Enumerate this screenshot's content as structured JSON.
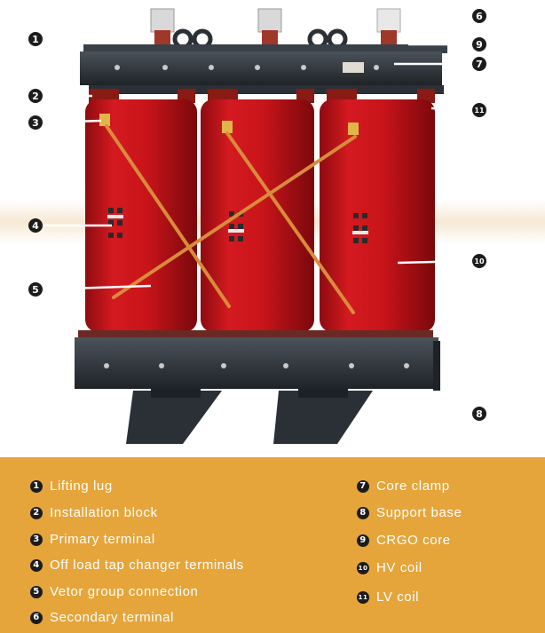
{
  "callouts": [
    {
      "num": "1"
    },
    {
      "num": "2"
    },
    {
      "num": "3"
    },
    {
      "num": "4"
    },
    {
      "num": "5"
    },
    {
      "num": "6"
    },
    {
      "num": "7"
    },
    {
      "num": "8"
    },
    {
      "num": "9"
    },
    {
      "num": "10"
    },
    {
      "num": "11"
    }
  ],
  "legend": {
    "items": [
      {
        "num": "1",
        "label": "Lifting lug"
      },
      {
        "num": "2",
        "label": "Installation block"
      },
      {
        "num": "3",
        "label": "Primary terminal"
      },
      {
        "num": "4",
        "label": "Off load tap changer terminals"
      },
      {
        "num": "5",
        "label": "Vetor group connection"
      },
      {
        "num": "6",
        "label": "Secondary terminal"
      },
      {
        "num": "7",
        "label": "Core clamp"
      },
      {
        "num": "8",
        "label": "Support base"
      },
      {
        "num": "9",
        "label": "CRGO core"
      },
      {
        "num": "10",
        "label": "HV coil"
      },
      {
        "num": "11",
        "label": "LV coil"
      }
    ]
  },
  "colors": {
    "legend_bg": "#e6a53a",
    "coil_red": "#c8141a",
    "frame_dark": "#2b3036",
    "badge": "#1c1c1c",
    "terminal_copper": "#d98b3c"
  }
}
